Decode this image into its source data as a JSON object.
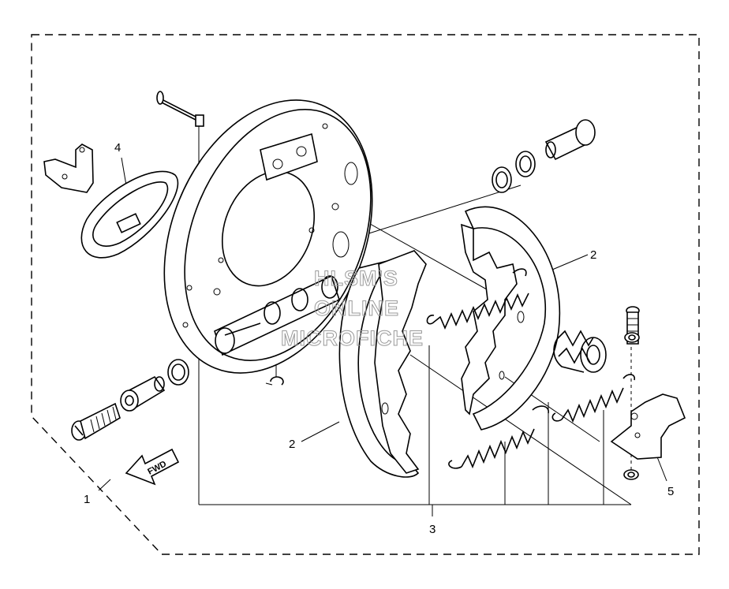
{
  "callouts": {
    "c1": "1",
    "c2a": "2",
    "c2b": "2",
    "c3": "3",
    "c4": "4",
    "c5": "5"
  },
  "direction_label": "FWD",
  "watermark": {
    "line1": "HLSM'S",
    "line2": "ONLINE",
    "line3": "MICROFICHE"
  }
}
